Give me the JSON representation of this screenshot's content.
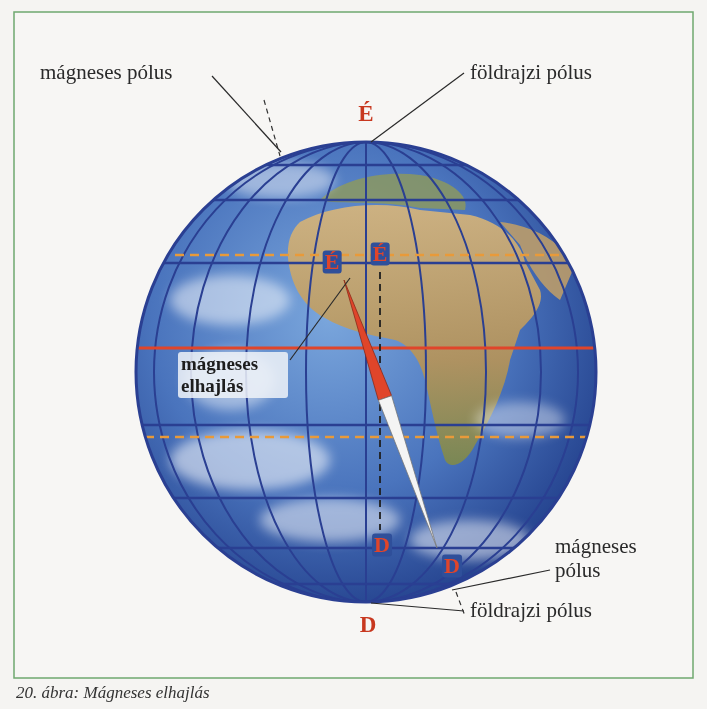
{
  "diagram": {
    "caption": "20. ábra: Mágneses elhajlás",
    "labels": [
      "mágneses pólus",
      "É",
      "földrajzi pólus",
      "É",
      "É",
      "mágneses elhajlás",
      "D",
      "D",
      "mágneses pólus",
      "D",
      "földrajzi pólus"
    ]
  }
}
